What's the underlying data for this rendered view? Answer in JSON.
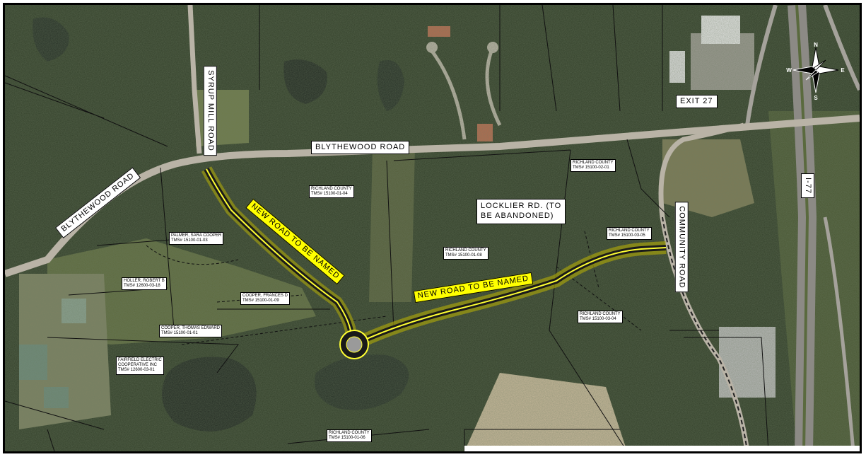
{
  "road_labels": {
    "blythewood_main": "BLYTHEWOOD ROAD",
    "blythewood_west": "BLYTHEWOOD ROAD",
    "syrup_mill": "SYRUP MILL ROAD",
    "community": "COMMUNITY ROAD",
    "exit": "EXIT 27",
    "interstate": "I-77",
    "locklier": "LOCKLIER RD. (TO\nBE ABANDONED)"
  },
  "new_road_labels": [
    "NEW ROAD TO BE NAMED",
    "NEW ROAD TO BE NAMED"
  ],
  "parcels": [
    {
      "text": "RICHLAND COUNTY\nTMS# 15100-01-04"
    },
    {
      "text": "PALMER, SARA COOPER\nTMS# 15100-01-03"
    },
    {
      "text": "HOLLER, ROBERT B\nTMS# 12600-03-18"
    },
    {
      "text": "COOPER, FRANCES D\nTMS# 15100-01-09"
    },
    {
      "text": "COOPER, THOMAS EDWARD\nTMS# 15100-01-01"
    },
    {
      "text": "FAIRFIELD ELECTRIC\nCOOPERATIVE INC\nTMS# 12600-03-01"
    },
    {
      "text": "RICHLAND COUNTY\nTMS# 15100-01-08"
    },
    {
      "text": "RICHLAND COUNTY\nTMS# 15100-02-01"
    },
    {
      "text": "RICHLAND COUNTY\nTMS# 15100-03-05"
    },
    {
      "text": "RICHLAND COUNTY\nTMS# 15100-03-04"
    },
    {
      "text": "RICHLAND COUNTY\nTMS# 15100-01-06"
    }
  ],
  "compass": {
    "n": "N",
    "s": "S",
    "e": "E",
    "w": "W"
  },
  "colors": {
    "forest": "#2f3a24",
    "field": "#6b7a4c",
    "road": "#b9b3a6",
    "highlight": "#ffff00",
    "water": "#222a22"
  }
}
